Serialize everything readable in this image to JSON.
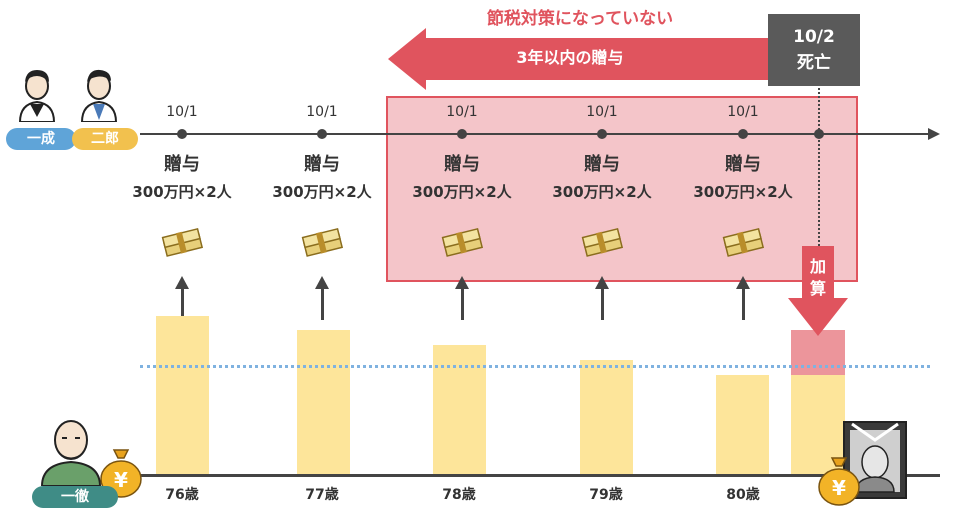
{
  "banner": {
    "title": "節税対策になっていない",
    "label": "3年以内の贈与"
  },
  "death": {
    "date": "10/2",
    "text": "死亡"
  },
  "people": {
    "heir_1": "一成",
    "heir_2": "二郎",
    "donor": "一徹"
  },
  "gifts": [
    {
      "date": "10/1",
      "label": "贈与",
      "amount": "300万円×2人"
    },
    {
      "date": "10/1",
      "label": "贈与",
      "amount": "300万円×2人"
    },
    {
      "date": "10/1",
      "label": "贈与",
      "amount": "300万円×2人"
    },
    {
      "date": "10/1",
      "label": "贈与",
      "amount": "300万円×2人"
    },
    {
      "date": "10/1",
      "label": "贈与",
      "amount": "300万円×2人"
    }
  ],
  "ages": [
    "76歳",
    "77歳",
    "78歳",
    "79歳",
    "80歳"
  ],
  "add_label": "加算",
  "currency_symbol": "¥",
  "colors": {
    "highlight": "#e0545e",
    "region_fill": "#f4c5c9",
    "bar": "#fde59a",
    "added_bar": "#ec959b",
    "dotted_line": "#7fb2e0"
  }
}
